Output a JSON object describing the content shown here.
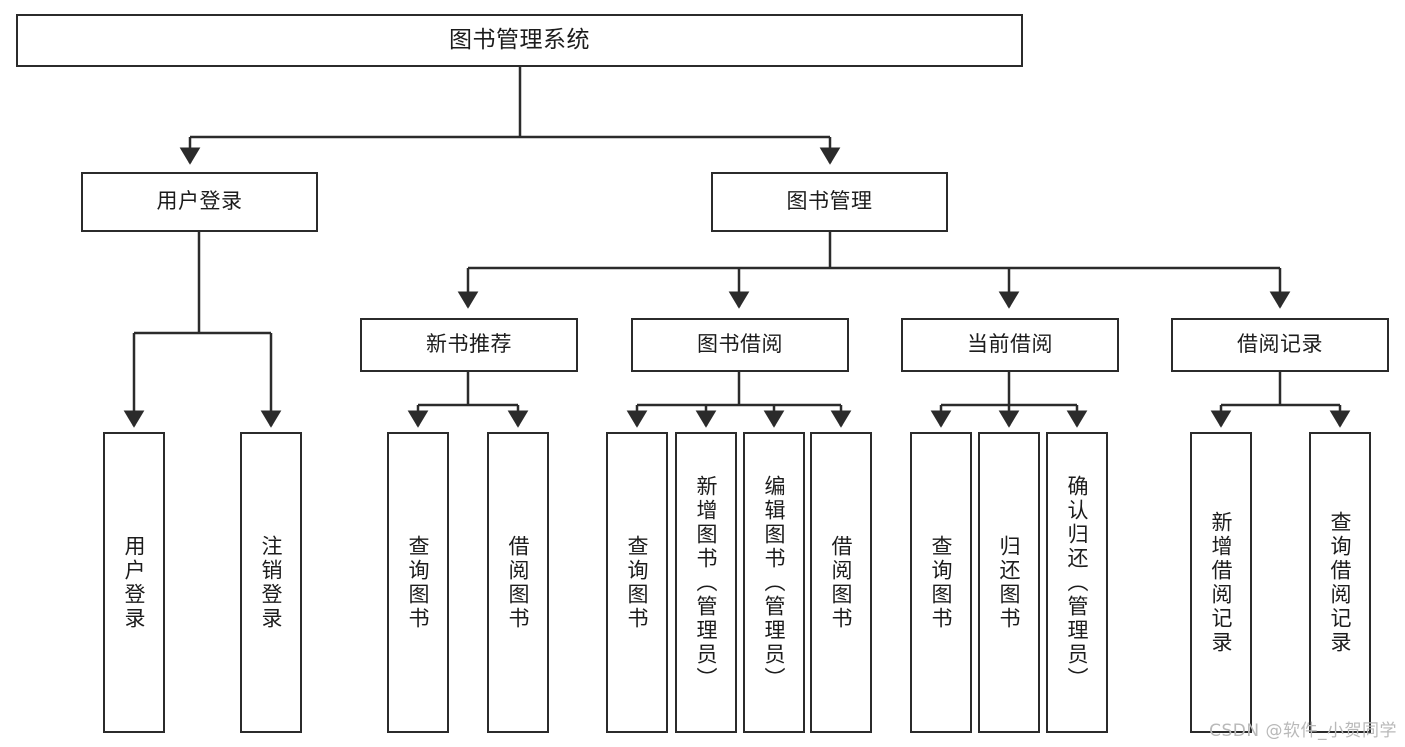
{
  "diagram": {
    "title": "图书管理系统",
    "type": "tree-hierarchy-chart",
    "stroke_color": "#2b2b2b",
    "fill_color": "#ffffff",
    "background": "#ffffff",
    "root": {
      "label": "图书管理系统"
    },
    "level1": [
      {
        "label": "用户登录"
      },
      {
        "label": "图书管理"
      }
    ],
    "level2": [
      {
        "label": "新书推荐"
      },
      {
        "label": "图书借阅"
      },
      {
        "label": "当前借阅"
      },
      {
        "label": "借阅记录"
      }
    ],
    "leaves": [
      {
        "label": "用户登录",
        "parent": "用户登录"
      },
      {
        "label": "注销登录",
        "parent": "用户登录"
      },
      {
        "label": "查询图书",
        "parent": "新书推荐"
      },
      {
        "label": "借阅图书",
        "parent": "新书推荐"
      },
      {
        "label": "查询图书",
        "parent": "图书借阅"
      },
      {
        "label": "新增图书（管理员）",
        "parent": "图书借阅"
      },
      {
        "label": "编辑图书（管理员）",
        "parent": "图书借阅"
      },
      {
        "label": "借阅图书",
        "parent": "图书借阅"
      },
      {
        "label": "查询图书",
        "parent": "当前借阅"
      },
      {
        "label": "归还图书",
        "parent": "当前借阅"
      },
      {
        "label": "确认归还（管理员）",
        "parent": "当前借阅"
      },
      {
        "label": "新增借阅记录",
        "parent": "借阅记录"
      },
      {
        "label": "查询借阅记录",
        "parent": "借阅记录"
      }
    ]
  },
  "watermark": {
    "text": "CSDN @软件_小贺同学"
  }
}
